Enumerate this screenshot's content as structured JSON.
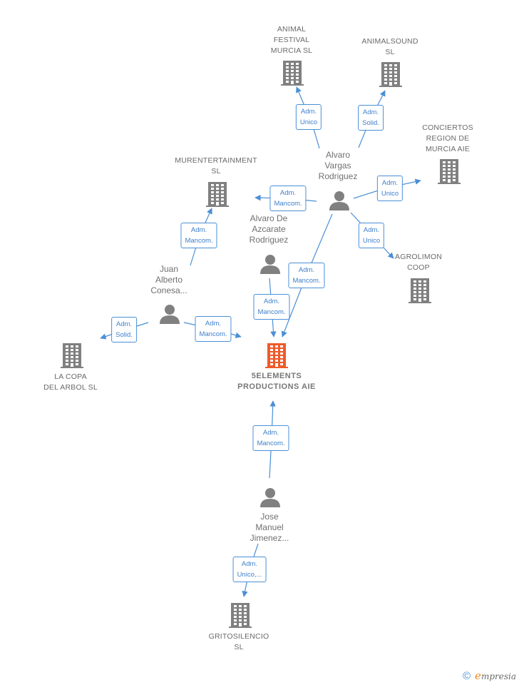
{
  "colors": {
    "edge": "#4a8fd6",
    "node": "#808080",
    "main_node": "#f05a2a",
    "text": "#6a6a6a"
  },
  "nodes": [
    {
      "id": "main",
      "kind": "company",
      "main": true,
      "label": "5ELEMENTS\nPRODUCTIONS AIE"
    },
    {
      "id": "animalfestival",
      "kind": "company",
      "label": "ANIMAL\nFESTIVAL\nMURCIA  SL"
    },
    {
      "id": "animalsound",
      "kind": "company",
      "label": "ANIMALSOUND\nSL"
    },
    {
      "id": "conciertos",
      "kind": "company",
      "label": "CONCIERTOS\nREGION DE\nMURCIA  AIE"
    },
    {
      "id": "murent",
      "kind": "company",
      "label": "MURENTERTAINMENT\nSL"
    },
    {
      "id": "agrolimon",
      "kind": "company",
      "label": "AGROLIMON\nCOOP"
    },
    {
      "id": "lacopa",
      "kind": "company",
      "label": "LA COPA\nDEL ARBOL  SL"
    },
    {
      "id": "gritosilencio",
      "kind": "company",
      "label": "GRITOSILENCIO\nSL"
    },
    {
      "id": "alvarovargas",
      "kind": "person",
      "label": "Alvaro\nVargas\nRodriguez"
    },
    {
      "id": "alvarodeazcarate",
      "kind": "person",
      "label": "Alvaro De\nAzcarate\nRodriguez"
    },
    {
      "id": "juanalberto",
      "kind": "person",
      "label": "Juan\nAlberto\nConesa..."
    },
    {
      "id": "josemanuel",
      "kind": "person",
      "label": "Jose\nManuel\nJimenez..."
    }
  ],
  "edges": [
    {
      "id": "e1",
      "from": "alvarovargas",
      "to": "animalfestival",
      "label": "Adm.\nUnico"
    },
    {
      "id": "e2",
      "from": "alvarovargas",
      "to": "animalsound",
      "label": "Adm.\nSolid."
    },
    {
      "id": "e3",
      "from": "alvarovargas",
      "to": "conciertos",
      "label": "Adm.\nUnico"
    },
    {
      "id": "e4",
      "from": "alvarovargas",
      "to": "murent",
      "label": "Adm.\nMancom."
    },
    {
      "id": "e5",
      "from": "alvarovargas",
      "to": "agrolimon",
      "label": "Adm.\nUnico"
    },
    {
      "id": "e6",
      "from": "alvarovargas",
      "to": "main",
      "label": "Adm.\nMancom."
    },
    {
      "id": "e7",
      "from": "alvarodeazcarate",
      "to": "main",
      "label": "Adm.\nMancom."
    },
    {
      "id": "e8",
      "from": "juanalberto",
      "to": "murent",
      "label": "Adm.\nMancom."
    },
    {
      "id": "e9",
      "from": "juanalberto",
      "to": "lacopa",
      "label": "Adm.\nSolid."
    },
    {
      "id": "e10",
      "from": "juanalberto",
      "to": "main",
      "label": "Adm.\nMancom."
    },
    {
      "id": "e11",
      "from": "josemanuel",
      "to": "main",
      "label": "Adm.\nMancom."
    },
    {
      "id": "e12",
      "from": "josemanuel",
      "to": "gritosilencio",
      "label": "Adm.\nUnico,..."
    }
  ],
  "footer": {
    "copyright": "©",
    "brand_initial": "e",
    "brand_rest": "mpresia"
  }
}
